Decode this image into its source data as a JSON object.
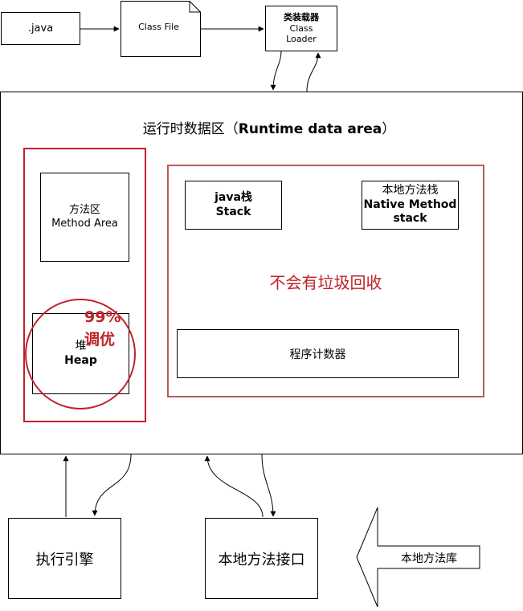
{
  "source": {
    "java_file": ".java",
    "class_file": "Class File"
  },
  "class_loader": {
    "line1": "类装载器",
    "line2": "Class",
    "line3": "Loader"
  },
  "runtime_area": {
    "title_cn": "运行时数据区（",
    "title_en": "Runtime data area",
    "title_end": "）"
  },
  "method_area": {
    "cn": "方法区",
    "en": "Method Area"
  },
  "heap": {
    "cn": "堆",
    "en": "Heap",
    "tuning_pct": "99%",
    "tuning_label": "调优"
  },
  "java_stack": {
    "cn": "java栈",
    "en": "Stack"
  },
  "native_stack": {
    "line1": "本地方法栈",
    "line2": "Native Method",
    "line3": "stack"
  },
  "no_gc_label": "不会有垃圾回收",
  "program_counter": "程序计数器",
  "execution_engine": "执行引擎",
  "native_interface": "本地方法接口",
  "native_library": "本地方法库",
  "colors": {
    "accent_red": "#c0222a",
    "stroke": "#000000"
  }
}
